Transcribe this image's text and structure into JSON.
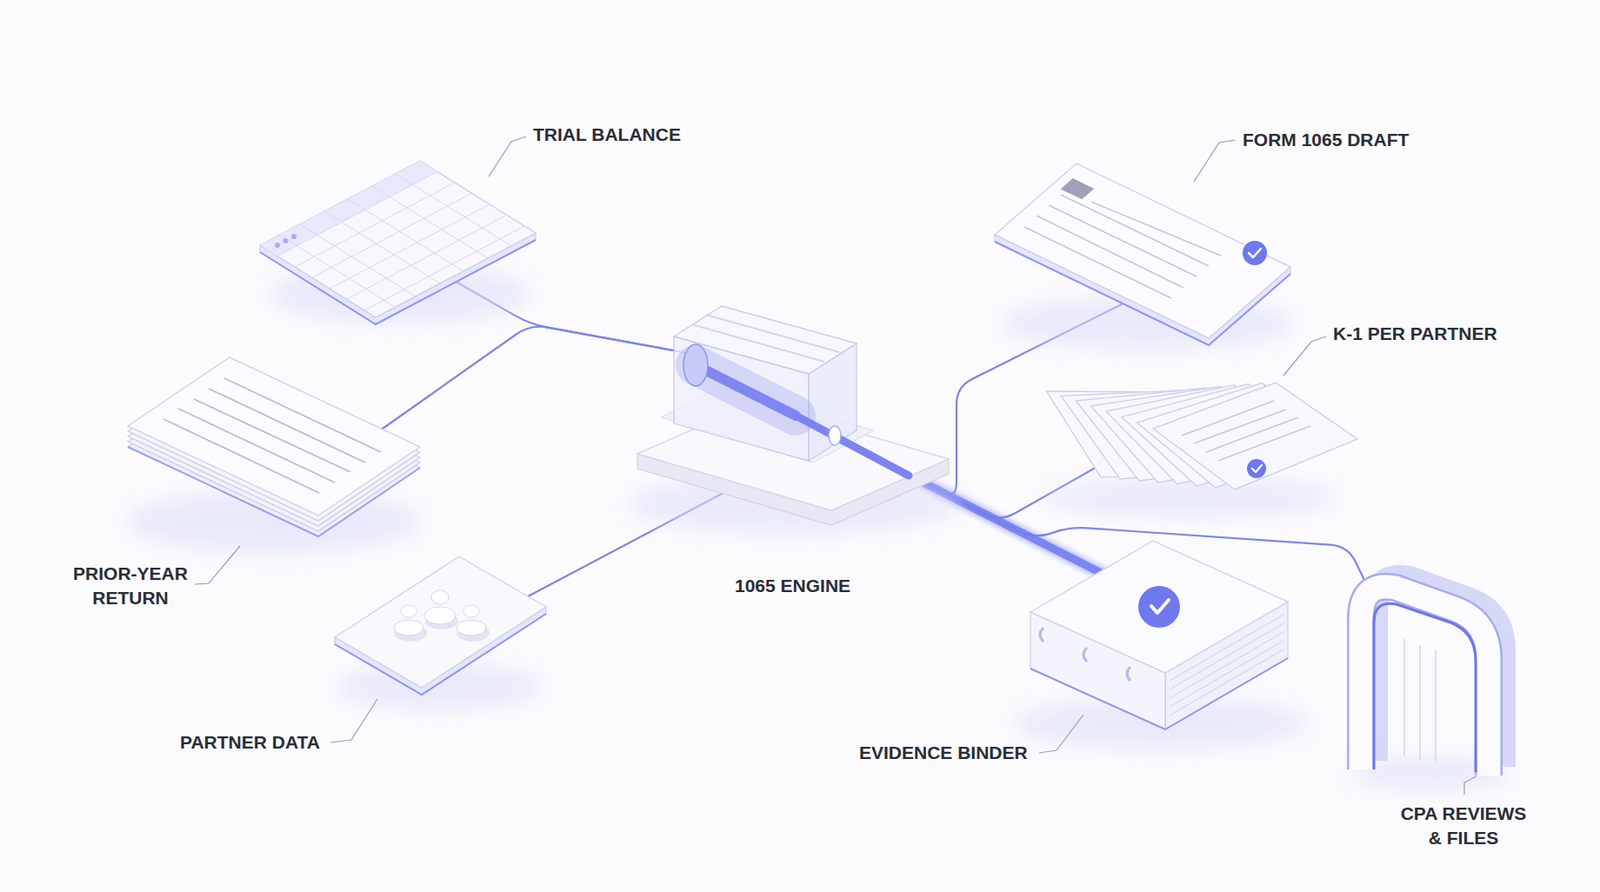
{
  "diagram": {
    "nodes": [
      {
        "text": [
          "TRIAL BALANCE"
        ]
      },
      {
        "text": [
          "PRIOR-YEAR RETURN"
        ]
      },
      {
        "text": [
          "PARTNER DATA"
        ]
      },
      {
        "text": [
          "1065 ENGINE"
        ]
      },
      {
        "text": [
          "FORM 1065 DRAFT"
        ]
      },
      {
        "text": [
          "K-1 PER PARTNER"
        ]
      },
      {
        "text": [
          "EVIDENCE BINDER"
        ]
      },
      {
        "text": [
          "CPA REVIEWS & FILES"
        ]
      }
    ],
    "edges": [
      {
        "from": 0,
        "to": 3,
        "arrow": "none"
      },
      {
        "from": 1,
        "to": 3,
        "arrow": "none"
      },
      {
        "from": 2,
        "to": 3,
        "arrow": "none"
      },
      {
        "from": 3,
        "to": 4,
        "arrow": "none"
      },
      {
        "from": 3,
        "to": 5,
        "arrow": "none"
      },
      {
        "from": 3,
        "to": 7,
        "arrow": "none"
      },
      {
        "from": 3,
        "to": 6,
        "arrow": "none"
      }
    ]
  }
}
